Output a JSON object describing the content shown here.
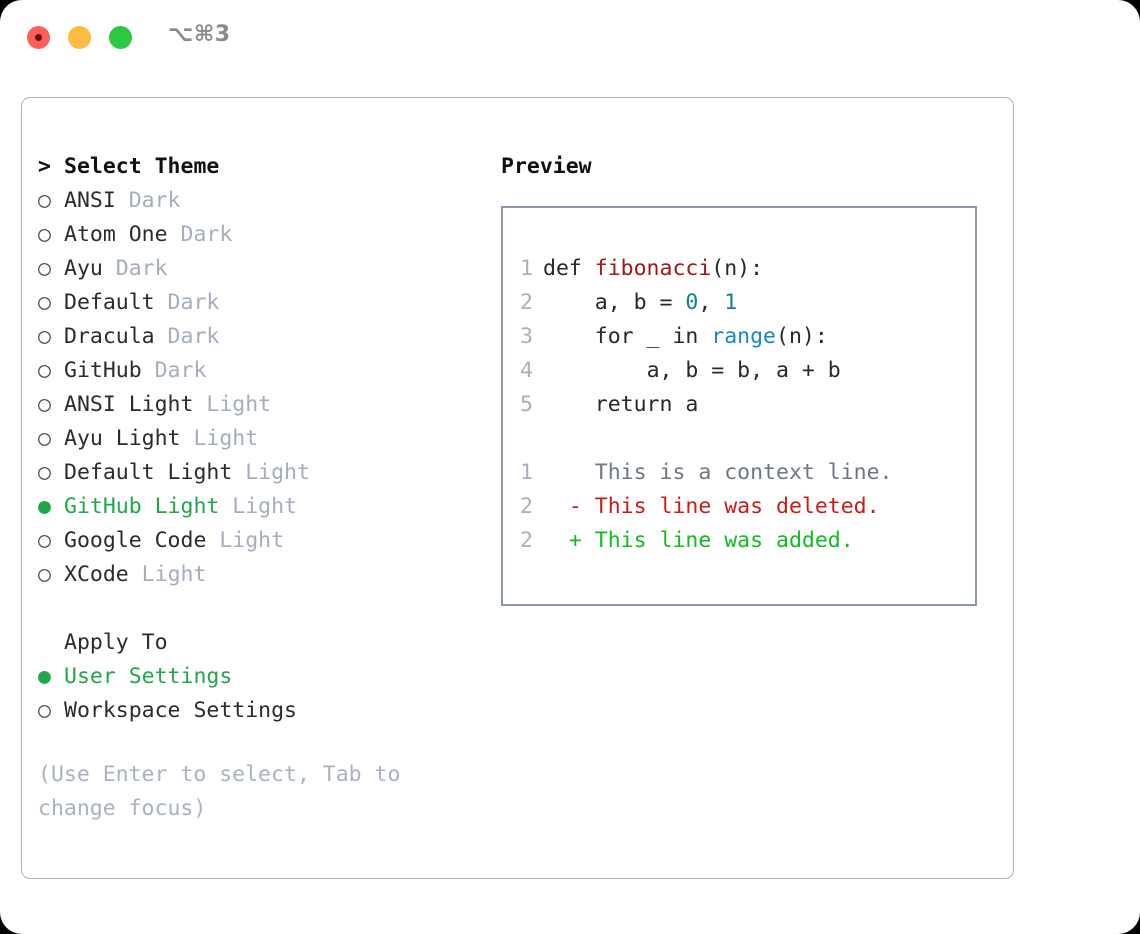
{
  "titlebar": {
    "shortcut": "⌥⌘3",
    "buttons": [
      {
        "name": "close",
        "color": "#fc6058"
      },
      {
        "name": "minimize",
        "color": "#fdbc40"
      },
      {
        "name": "maximize",
        "color": "#2bc93f"
      }
    ]
  },
  "theme_picker": {
    "heading": "Select Theme",
    "heading_marker": ">",
    "marker_unselected": "○",
    "marker_selected": "●",
    "items": [
      {
        "label": "ANSI",
        "tag": "Dark",
        "selected": false
      },
      {
        "label": "Atom One",
        "tag": "Dark",
        "selected": false
      },
      {
        "label": "Ayu",
        "tag": "Dark",
        "selected": false
      },
      {
        "label": "Default",
        "tag": "Dark",
        "selected": false
      },
      {
        "label": "Dracula",
        "tag": "Dark",
        "selected": false
      },
      {
        "label": "GitHub",
        "tag": "Dark",
        "selected": false
      },
      {
        "label": "ANSI Light",
        "tag": "Light",
        "selected": false
      },
      {
        "label": "Ayu Light",
        "tag": "Light",
        "selected": false
      },
      {
        "label": "Default Light",
        "tag": "Light",
        "selected": false
      },
      {
        "label": "GitHub Light",
        "tag": "Light",
        "selected": true
      },
      {
        "label": "Google Code",
        "tag": "Light",
        "selected": false
      },
      {
        "label": "XCode",
        "tag": "Light",
        "selected": false
      }
    ]
  },
  "apply_to": {
    "heading": "Apply To",
    "items": [
      {
        "label": "User Settings",
        "selected": true
      },
      {
        "label": "Workspace Settings",
        "selected": false
      }
    ]
  },
  "hint": "(Use Enter to select, Tab to change focus)",
  "preview": {
    "title": "Preview",
    "code_lines": [
      {
        "num": "1",
        "indent": "",
        "tokens": [
          {
            "text": "def ",
            "kind": "plain"
          },
          {
            "text": "fibonacci",
            "kind": "fn"
          },
          {
            "text": "(n):",
            "kind": "plain"
          }
        ]
      },
      {
        "num": "2",
        "indent": "    ",
        "tokens": [
          {
            "text": "a, b = ",
            "kind": "plain"
          },
          {
            "text": "0",
            "kind": "num"
          },
          {
            "text": ", ",
            "kind": "plain"
          },
          {
            "text": "1",
            "kind": "num"
          }
        ]
      },
      {
        "num": "3",
        "indent": "    ",
        "tokens": [
          {
            "text": "for _ in ",
            "kind": "plain"
          },
          {
            "text": "range",
            "kind": "blue"
          },
          {
            "text": "(n):",
            "kind": "plain"
          }
        ]
      },
      {
        "num": "4",
        "indent": "        ",
        "tokens": [
          {
            "text": "a, b = b, a + b",
            "kind": "plain"
          }
        ]
      },
      {
        "num": "5",
        "indent": "    ",
        "tokens": [
          {
            "text": "return a",
            "kind": "plain"
          }
        ]
      }
    ],
    "diff_lines": [
      {
        "num": "1",
        "sign": "  ",
        "text": "This is a context line.",
        "kind": "ctx"
      },
      {
        "num": "2",
        "sign": "- ",
        "text": "This line was deleted.",
        "kind": "del"
      },
      {
        "num": "2",
        "sign": "+ ",
        "text": "This line was added.",
        "kind": "add"
      }
    ]
  },
  "colors": {
    "accent_green": "#1fa84a",
    "diff_add": "#11bb22",
    "diff_del": "#cb1b15",
    "tag_gray": "#a4aebc",
    "panel_border": "#a9b3c1",
    "preview_border": "#8d99ab",
    "fn_red": "#a3161b",
    "num_teal": "#0c8686",
    "builtin_blue": "#1a86c6"
  }
}
